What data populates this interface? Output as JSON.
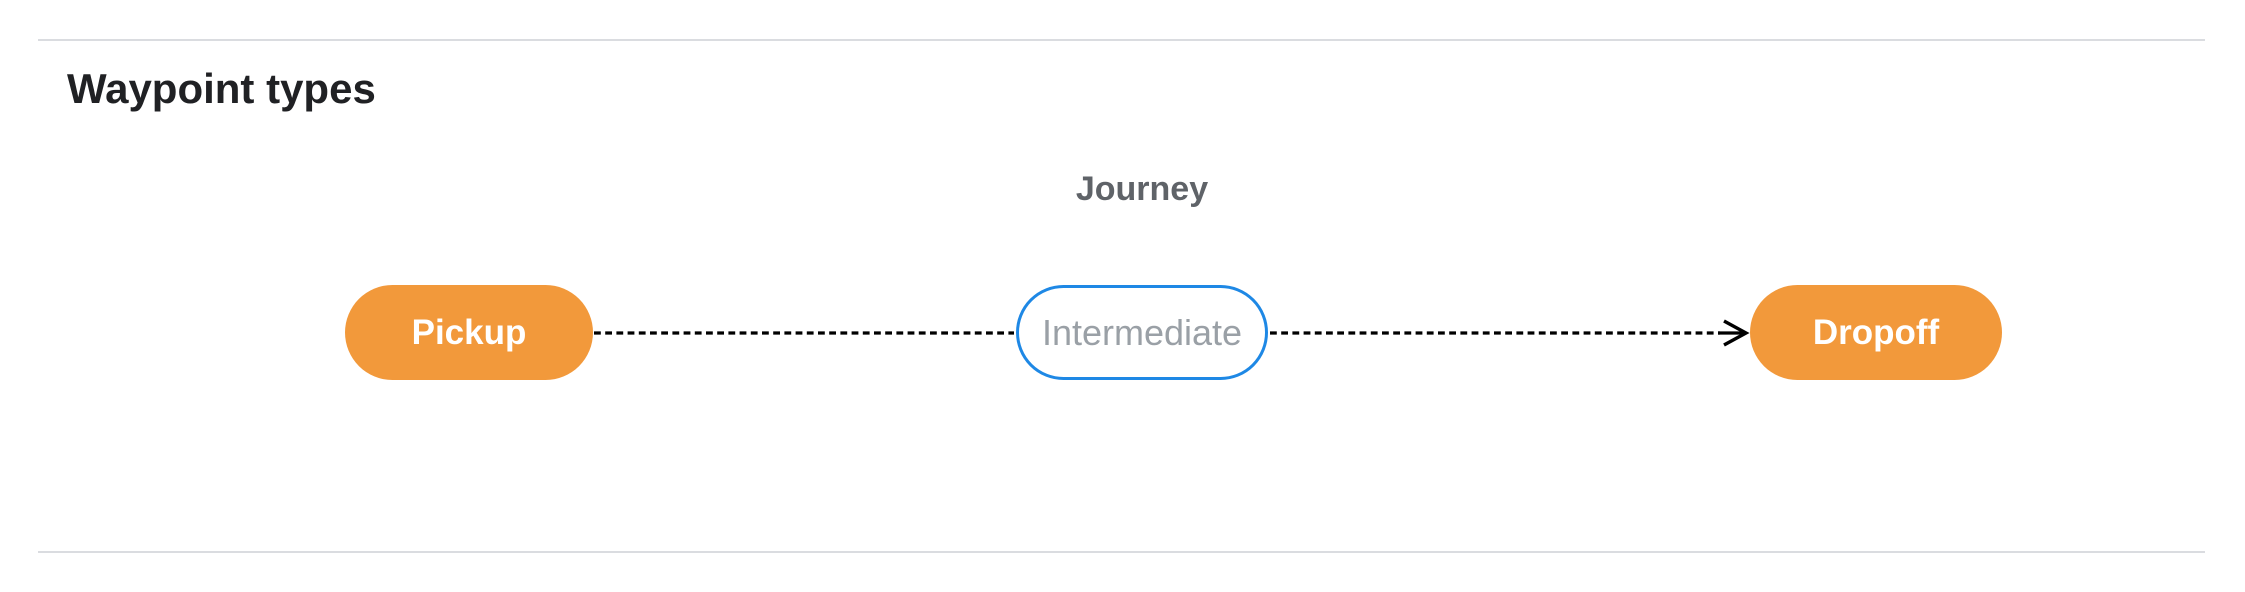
{
  "section": {
    "title": "Waypoint types"
  },
  "diagram": {
    "group_label": "Journey",
    "nodes": [
      {
        "id": "pickup",
        "label": "Pickup",
        "type": "terminal"
      },
      {
        "id": "intermediate",
        "label": "Intermediate",
        "type": "intermediate"
      },
      {
        "id": "dropoff",
        "label": "Dropoff",
        "type": "terminal"
      }
    ],
    "edges": [
      {
        "from": "pickup",
        "to": "intermediate",
        "style": "dashed",
        "arrowhead": false
      },
      {
        "from": "intermediate",
        "to": "dropoff",
        "style": "dashed",
        "arrowhead": true
      }
    ]
  },
  "colors": {
    "terminal_fill": "#F2993B",
    "terminal_text": "#FFFFFF",
    "intermediate_border": "#1E88E5",
    "intermediate_text": "#9AA0A6",
    "edge_stroke": "#000000",
    "journey_label_text": "#5F6368",
    "heading_text": "#202124",
    "divider": "#DADCE0"
  }
}
